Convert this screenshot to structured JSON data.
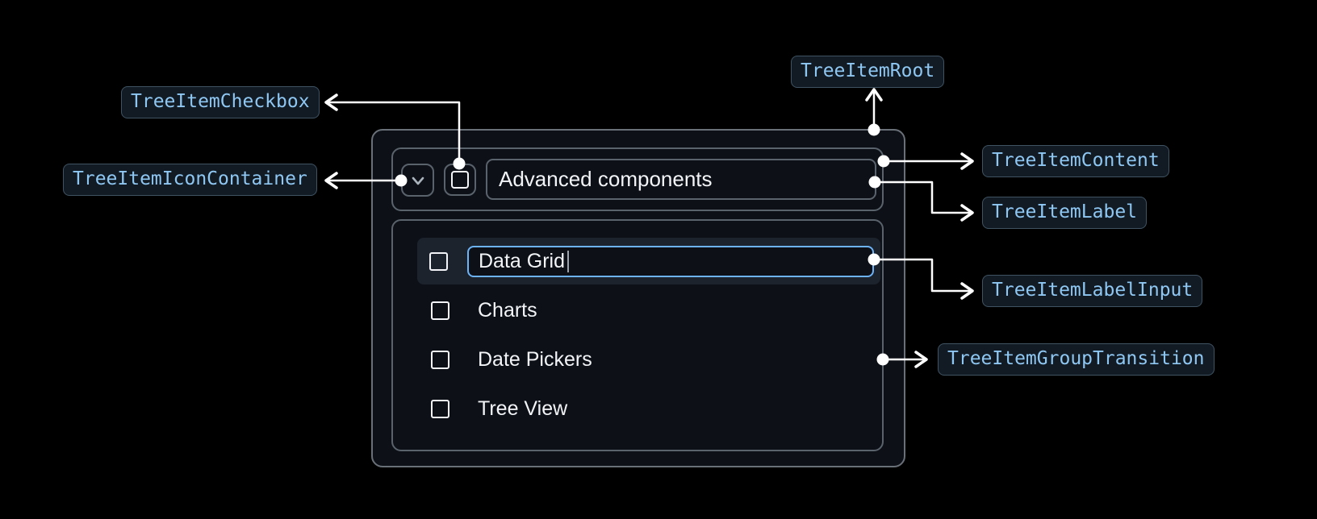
{
  "anatomy_labels": {
    "root": "TreeItemRoot",
    "content": "TreeItemContent",
    "icon_container": "TreeItemIconContainer",
    "checkbox": "TreeItemCheckbox",
    "label": "TreeItemLabel",
    "label_input": "TreeItemLabelInput",
    "group_transition": "TreeItemGroupTransition"
  },
  "tree": {
    "parent_label": "Advanced components",
    "label_input_value": "Data Grid",
    "children": [
      "Charts",
      "Date Pickers",
      "Tree View"
    ]
  },
  "colors": {
    "background": "#000000",
    "surface": "#0D1117",
    "surface_border": "#5A626C",
    "root_border": "#6A7078",
    "row_highlight": "#1C232C",
    "text_primary": "#F2F4F7",
    "icon_muted": "#ABB4BD",
    "input_focus_border": "#6CB3F8",
    "badge_bg": "#121B24",
    "badge_border": "#3F5363",
    "badge_text": "#8FC7F3",
    "connector": "#FFFFFF"
  }
}
